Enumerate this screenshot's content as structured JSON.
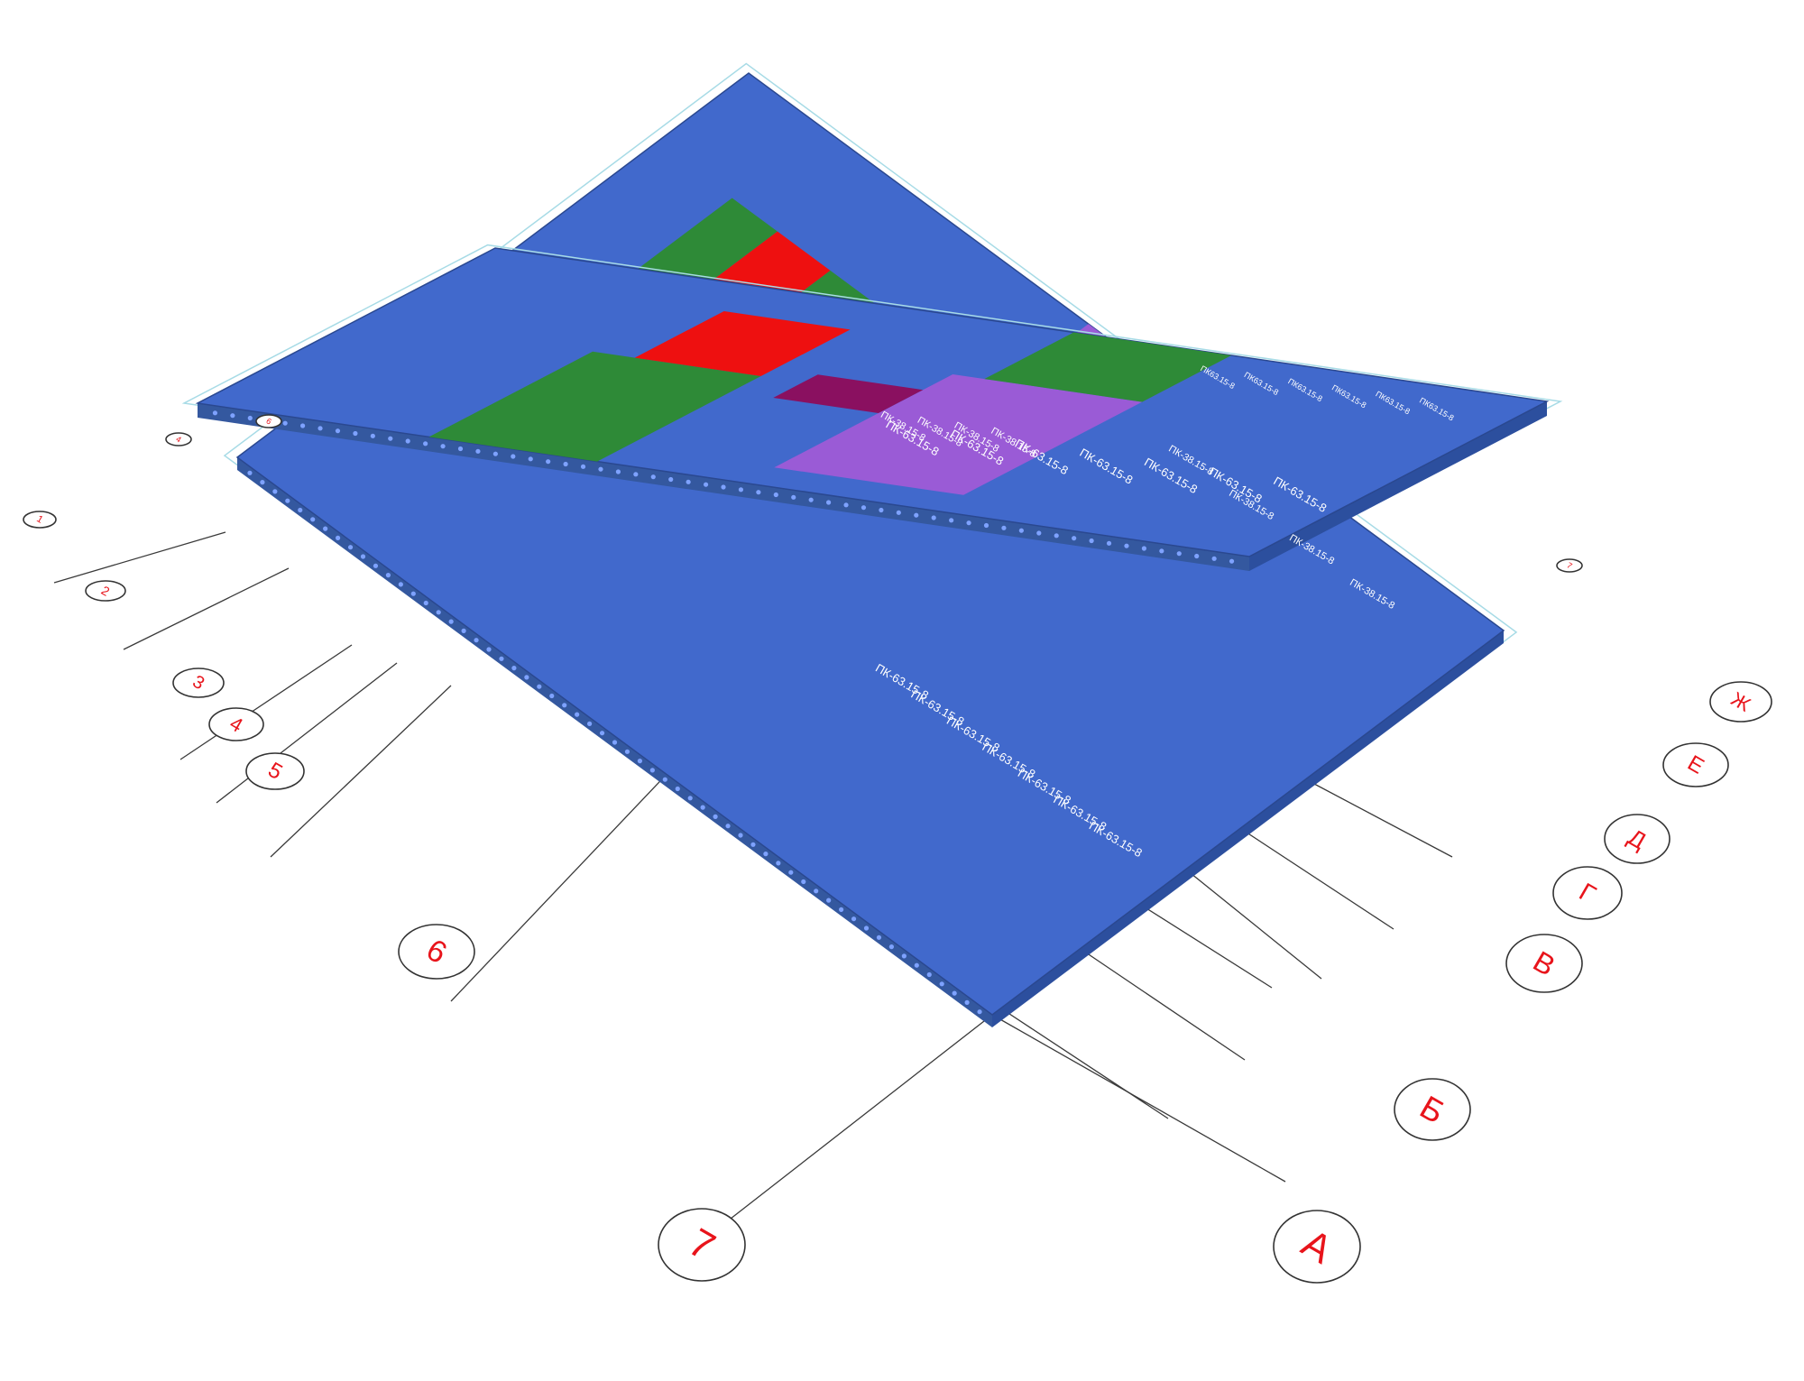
{
  "axes_letters": [
    "А",
    "Б",
    "В",
    "Г",
    "Д",
    "Е",
    "Ж"
  ],
  "axes_numbers": [
    "1",
    "2",
    "3",
    "4",
    "5",
    "6",
    "7"
  ],
  "slab_labels": {
    "long_blue": "ПК-63.15-8",
    "purple": "ПК-38.15-8",
    "green": "ПК63.15-8",
    "narrow": "ПК63.15-8"
  },
  "colors": {
    "blue": "#4169cc",
    "purple": "#9a5bd6",
    "green": "#2e8a37",
    "red": "#ee1010",
    "bubble_text": "#e8141b"
  }
}
